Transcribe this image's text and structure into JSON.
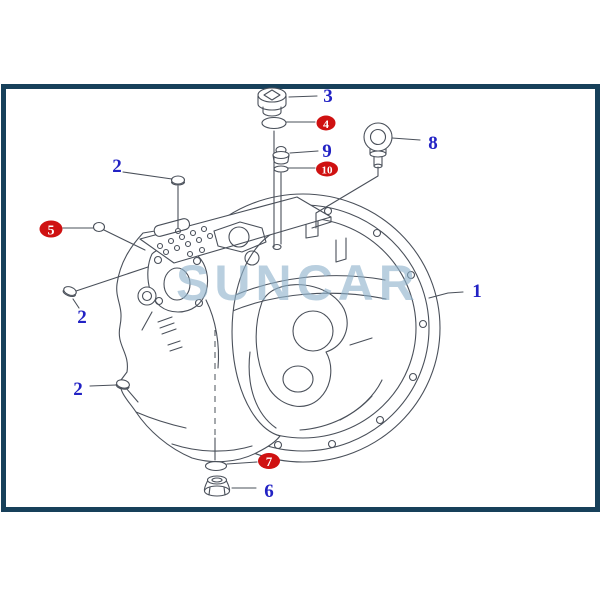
{
  "watermark": {
    "text": "SUNCAR",
    "color": "#8fb3cc"
  },
  "frame": {
    "border_color": "#17405a"
  },
  "colors": {
    "label_blue": "#2222c4",
    "badge_red": "#cf1111",
    "badge_text": "#ffffff",
    "line": "#4a505a"
  },
  "callouts": {
    "plain": [
      {
        "label": "3"
      },
      {
        "label": "9"
      },
      {
        "label": "8"
      },
      {
        "label": "2"
      },
      {
        "label": "2"
      },
      {
        "label": "2"
      },
      {
        "label": "1"
      },
      {
        "label": "6"
      }
    ],
    "badged": [
      {
        "label": "4"
      },
      {
        "label": "10"
      },
      {
        "label": "5"
      },
      {
        "label": "7"
      }
    ]
  }
}
